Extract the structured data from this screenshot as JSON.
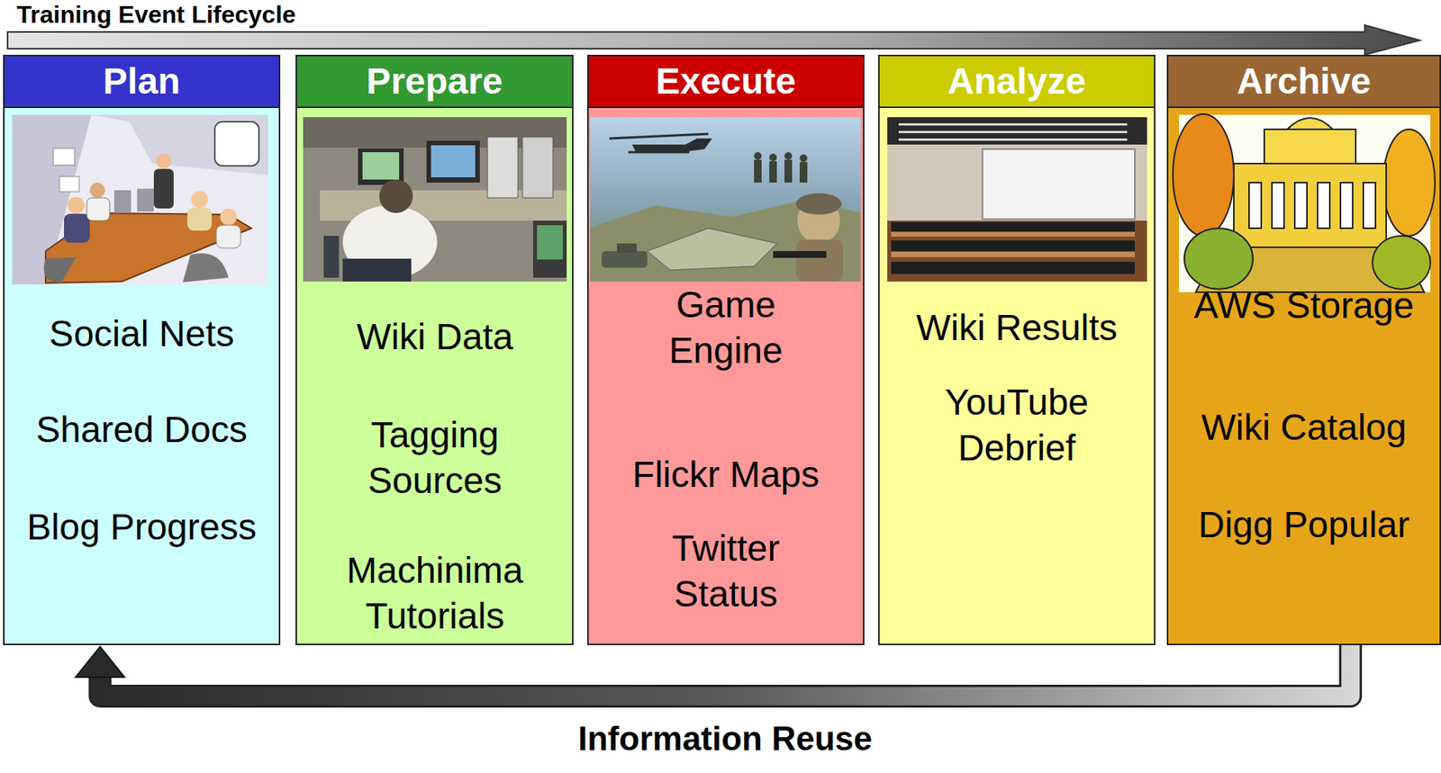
{
  "diagram": {
    "title": "Training Event Lifecycle",
    "nodes": [
      {
        "text": [
          "Plan",
          "Social Nets",
          "Shared Docs",
          "Blog Progress"
        ]
      },
      {
        "text": [
          "Prepare",
          "Wiki Data",
          "Tagging Sources",
          "Machinima Tutorials"
        ]
      },
      {
        "text": [
          "Execute",
          "Game Engine",
          "Flickr Maps",
          "Twitter Status"
        ]
      },
      {
        "text": [
          "Analyze",
          "Wiki Results",
          "YouTube Debrief"
        ]
      },
      {
        "text": [
          "Archive",
          "AWS Storage",
          "Wiki Catalog",
          "Digg Popular"
        ]
      }
    ],
    "edges": [
      {
        "from": 4,
        "to": 0,
        "arrow": "to",
        "label": "Information Reuse"
      }
    ]
  }
}
